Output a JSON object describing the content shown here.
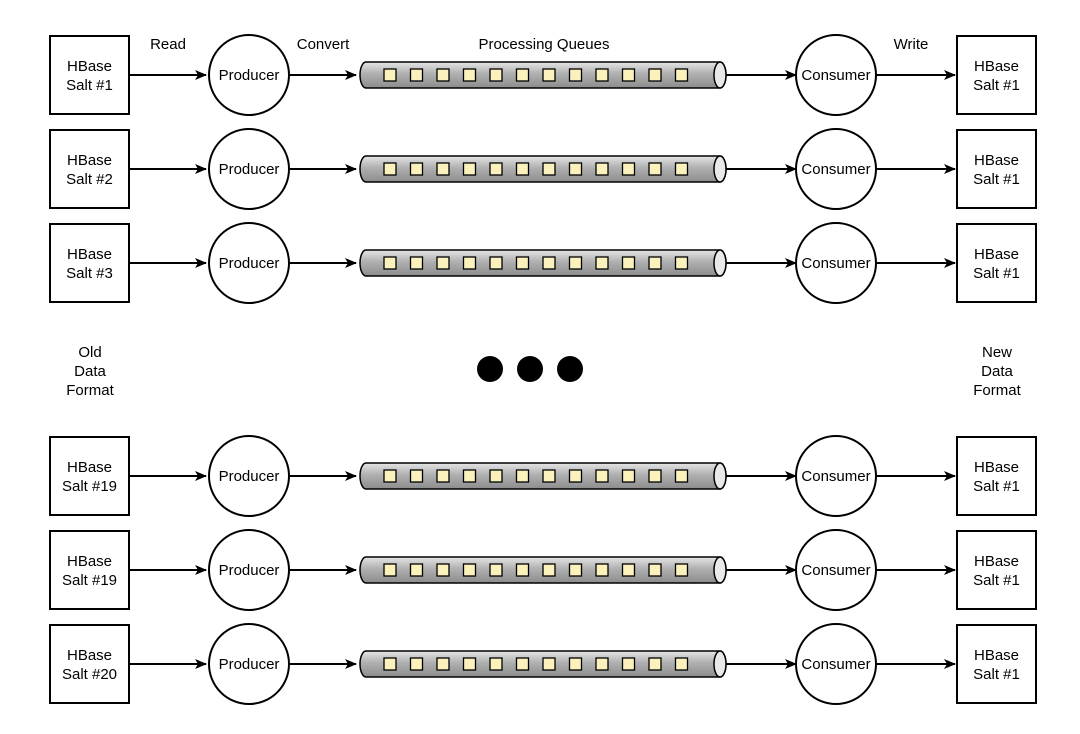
{
  "headers": {
    "read": "Read",
    "convert": "Convert",
    "queues": "Processing Queues",
    "write": "Write"
  },
  "side_labels": {
    "left": [
      "Old",
      "Data",
      "Format"
    ],
    "right": [
      "New",
      "Data",
      "Format"
    ]
  },
  "producer_label": "Producer",
  "consumer_label": "Consumer",
  "queue_slot_count": 12,
  "colors": {
    "queue_fill": "#a8a8a8",
    "queue_slot": "#fbf1bd",
    "stroke": "#000000"
  },
  "rows": [
    {
      "source": [
        "HBase",
        "Salt #1"
      ],
      "target": [
        "HBase",
        "Salt #1"
      ]
    },
    {
      "source": [
        "HBase",
        "Salt #2"
      ],
      "target": [
        "HBase",
        "Salt #1"
      ]
    },
    {
      "source": [
        "HBase",
        "Salt #3"
      ],
      "target": [
        "HBase",
        "Salt #1"
      ]
    },
    {
      "source": [
        "HBase",
        "Salt #19"
      ],
      "target": [
        "HBase",
        "Salt #1"
      ]
    },
    {
      "source": [
        "HBase",
        "Salt #19"
      ],
      "target": [
        "HBase",
        "Salt #1"
      ]
    },
    {
      "source": [
        "HBase",
        "Salt #20"
      ],
      "target": [
        "HBase",
        "Salt #1"
      ]
    }
  ]
}
